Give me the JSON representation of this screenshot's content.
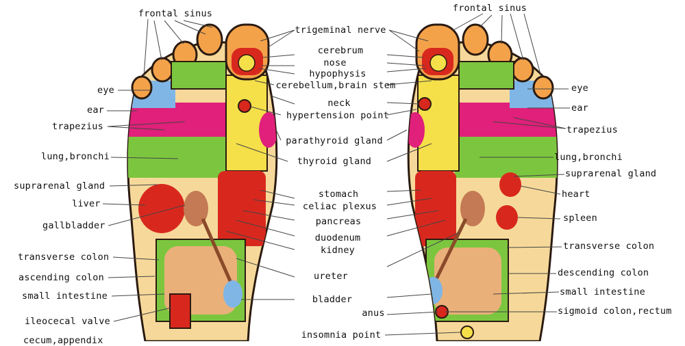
{
  "labels": {
    "left_frontal_sinus": "frontal sinus",
    "right_frontal_sinus": "frontal sinus",
    "trigeminal_nerve": "trigeminal nerve",
    "cerebrum": "cerebrum",
    "nose": "nose",
    "hypophysis": "hypophysis",
    "cerebellum": "cerebellum,brain stem",
    "neck": "neck",
    "hypertension_point": "hypertension point",
    "parathyroid_gland": "parathyroid gland",
    "thyroid_gland": "thyroid gland",
    "stomach": "stomach",
    "celiac_plexus": "celiac plexus",
    "pancreas": "pancreas",
    "duodenum": "duodenum",
    "kidney": "kidney",
    "ureter": "ureter",
    "bladder": "bladder",
    "anus": "anus",
    "insomnia_point": "insomnia point",
    "left_eye": "eye",
    "left_ear": "ear",
    "left_trapezius": "trapezius",
    "left_lung_bronchi": "lung,bronchi",
    "left_suprarenal_gland": "suprarenal gland",
    "liver": "liver",
    "gallbladder": "gallbladder",
    "left_transverse_colon": "transverse colon",
    "ascending_colon": "ascending colon",
    "left_small_intestine": "small intestine",
    "ileocecal_valve": "ileocecal valve",
    "cecum_appendix": "cecum,appendix",
    "right_eye": "eye",
    "right_ear": "ear",
    "right_trapezius": "trapezius",
    "right_lung_bronchi": "lung,bronchi",
    "right_suprarenal_gland": "suprarenal gland",
    "heart": "heart",
    "spleen": "spleen",
    "right_transverse_colon": "transverse colon",
    "descending_colon": "descending colon",
    "right_small_intestine": "small intestine",
    "sigmoid_colon": "sigmoid colon,rectum"
  },
  "colors": {
    "skin": "#f6d99a",
    "outline": "#2a1a10",
    "orange": "#f4a24a",
    "yellow": "#f5e04a",
    "green": "#7cc63f",
    "magenta": "#e0207a",
    "blue": "#7fb6e6",
    "red": "#d8281e",
    "intestine": "#e9b07a"
  }
}
